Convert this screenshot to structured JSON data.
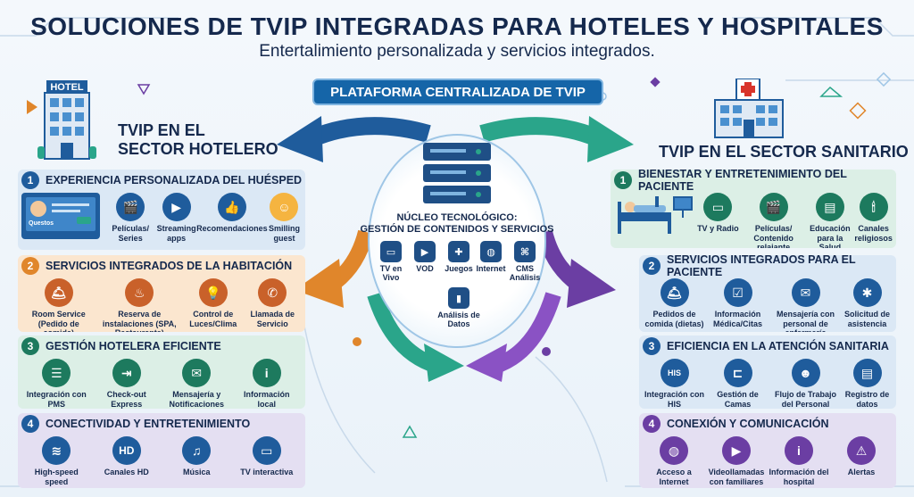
{
  "header": {
    "title": "SOLUCIONES DE TVIP INTEGRADAS PARA HOTELES Y HOSPITALES",
    "subtitle": "Entertalimiento personalizada y servicios integrados."
  },
  "platform_label": "PLATAFORMA CENTRALIZADA DE TVIP",
  "hotel": {
    "sign": "HOTEL",
    "title_line1": "TVIP EN EL",
    "title_line2": "SECTOR HOTELERO",
    "panels": [
      {
        "number": "1",
        "title": "EXPERIENCIA PERSONALIZADA DEL HUÉSPED",
        "screen_label": "Questos",
        "items": [
          "Películas/ Series",
          "Streaming apps",
          "Recomendaciones",
          "Smilling guest"
        ]
      },
      {
        "number": "2",
        "title": "SERVICIOS INTEGRADOS DE LA HABITACIÓN",
        "items": [
          "Room Service (Pedido de comida)",
          "Reserva de instalaciones (SPA, Restaurante)",
          "Control de Luces/Clima",
          "Llamada de Servicio"
        ]
      },
      {
        "number": "3",
        "title": "GESTIÓN HOTELERA EFICIENTE",
        "items": [
          "Integración con PMS",
          "Check-out Express",
          "Mensajería y Notificaciones",
          "Información local"
        ]
      },
      {
        "number": "4",
        "title": "CONECTIVIDAD Y ENTRETENIMIENTO",
        "items": [
          "High-speed speed",
          "Canales HD",
          "Música",
          "TV interactiva"
        ]
      }
    ]
  },
  "hospital": {
    "title": "TVIP EN EL SECTOR SANITARIO",
    "panels": [
      {
        "number": "1",
        "title": "BIENESTAR Y ENTRETENIMIENTO DEL PACIENTE",
        "items": [
          "TV y Radio",
          "Películas/ Contenido relajante",
          "Educación para la Salud",
          "Canales religiosos"
        ]
      },
      {
        "number": "2",
        "title": "SERVICIOS INTEGRADOS PARA EL PACIENTE",
        "items": [
          "Pedidos de comida (dietas)",
          "Información Médica/Citas",
          "Mensajería con personal de enfermería",
          "Solicitud de asistencia"
        ]
      },
      {
        "number": "3",
        "title": "EFICIENCIA EN LA ATENCIÓN SANITARIA",
        "his_label": "HIS",
        "items": [
          "Integración con HIS",
          "Gestión de Camas",
          "Flujo de Trabajo del Personal",
          "Registro de datos"
        ]
      },
      {
        "number": "4",
        "title": "CONEXIÓN Y COMUNICACIÓN",
        "items": [
          "Acceso a Internet",
          "Videollamadas con familiares",
          "Información del hospital",
          "Alertas"
        ]
      }
    ]
  },
  "core": {
    "label_line1": "NÚCLEO TECNOLÓGICO:",
    "label_line2": "GESTIÓN DE CONTENIDOS Y SERVICIOS",
    "items": [
      "TV en Vivo",
      "VOD",
      "Juegos",
      "Internet",
      "CMS Análisis",
      "Análisis de Datos"
    ]
  },
  "colors": {
    "blue": "#1f5c9c",
    "orange": "#e0862b",
    "green": "#1d7a5e",
    "purple": "#6b3ea3",
    "teal": "#2aa58a",
    "platform": "#1565a8"
  }
}
